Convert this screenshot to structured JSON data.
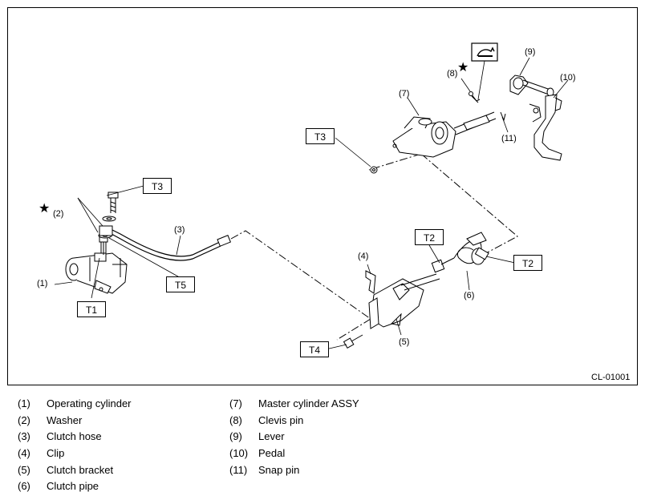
{
  "diagram": {
    "figure_code": "CL-01001",
    "callouts": {
      "c1": "(1)",
      "c2": "(2)",
      "c3": "(3)",
      "c4": "(4)",
      "c5": "(5)",
      "c6": "(6)",
      "c7": "(7)",
      "c8": "(8)",
      "c9": "(9)",
      "c10": "(10)",
      "c11": "(11)"
    },
    "torque_labels": {
      "t1": "T1",
      "t2a": "T2",
      "t2b": "T2",
      "t3a": "T3",
      "t3b": "T3",
      "t4": "T4",
      "t5": "T5"
    },
    "star_symbol": "★"
  },
  "legend": {
    "left": [
      {
        "num": "(1)",
        "name": "Operating cylinder"
      },
      {
        "num": "(2)",
        "name": "Washer"
      },
      {
        "num": "(3)",
        "name": "Clutch hose"
      },
      {
        "num": "(4)",
        "name": "Clip"
      },
      {
        "num": "(5)",
        "name": "Clutch bracket"
      },
      {
        "num": "(6)",
        "name": "Clutch pipe"
      }
    ],
    "right": [
      {
        "num": "(7)",
        "name": "Master cylinder ASSY"
      },
      {
        "num": "(8)",
        "name": "Clevis pin"
      },
      {
        "num": "(9)",
        "name": "Lever"
      },
      {
        "num": "(10)",
        "name": "Pedal"
      },
      {
        "num": "(11)",
        "name": "Snap pin"
      }
    ]
  }
}
